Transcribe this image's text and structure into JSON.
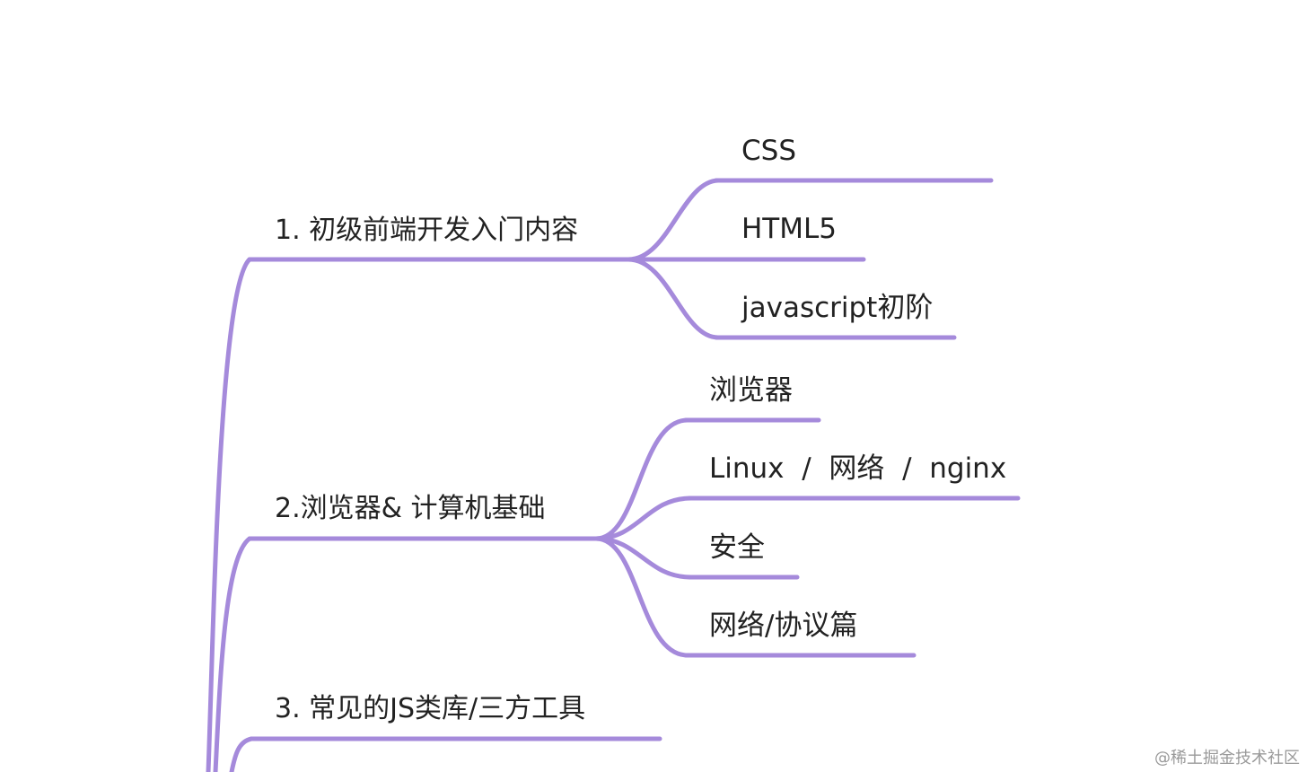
{
  "mindmap": {
    "line_color": "#A58ADB",
    "branches": [
      {
        "label": "1. 初级前端开发入门内容",
        "children": [
          {
            "label": "CSS"
          },
          {
            "label": "HTML5"
          },
          {
            "label": "javascript初阶"
          }
        ]
      },
      {
        "label": "2.浏览器& 计算机基础",
        "children": [
          {
            "label": "浏览器"
          },
          {
            "label": "Linux  /  网络  /  nginx"
          },
          {
            "label": "安全"
          },
          {
            "label": "网络/协议篇"
          }
        ]
      },
      {
        "label": "3. 常见的JS类库/三方工具",
        "children": []
      }
    ]
  },
  "watermark": "@稀土掘金技术社区"
}
